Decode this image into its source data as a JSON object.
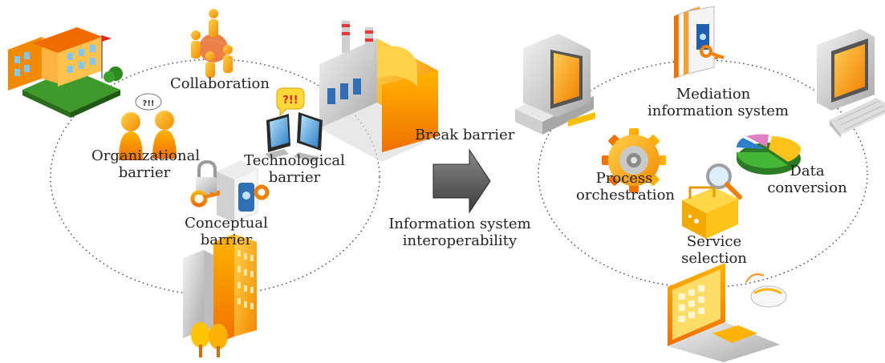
{
  "left_cluster": {
    "collaboration": "Collaboration",
    "organizational_barrier": [
      "Organizational",
      "barrier"
    ],
    "technological_barrier": [
      "Technological",
      "barrier"
    ],
    "conceptual_barrier": [
      "Conceptual",
      "barrier"
    ],
    "bubble_org": "?!!",
    "bubble_tech": "?!!"
  },
  "center": {
    "break_barrier": "Break barrier",
    "interoperability": [
      "Information system",
      "interoperability"
    ]
  },
  "right_cluster": {
    "mediation": [
      "Mediation",
      "information system"
    ],
    "process": [
      "Process",
      "orchestration"
    ],
    "data": [
      "Data",
      "conversion"
    ],
    "service": [
      "Service",
      "selection"
    ]
  }
}
